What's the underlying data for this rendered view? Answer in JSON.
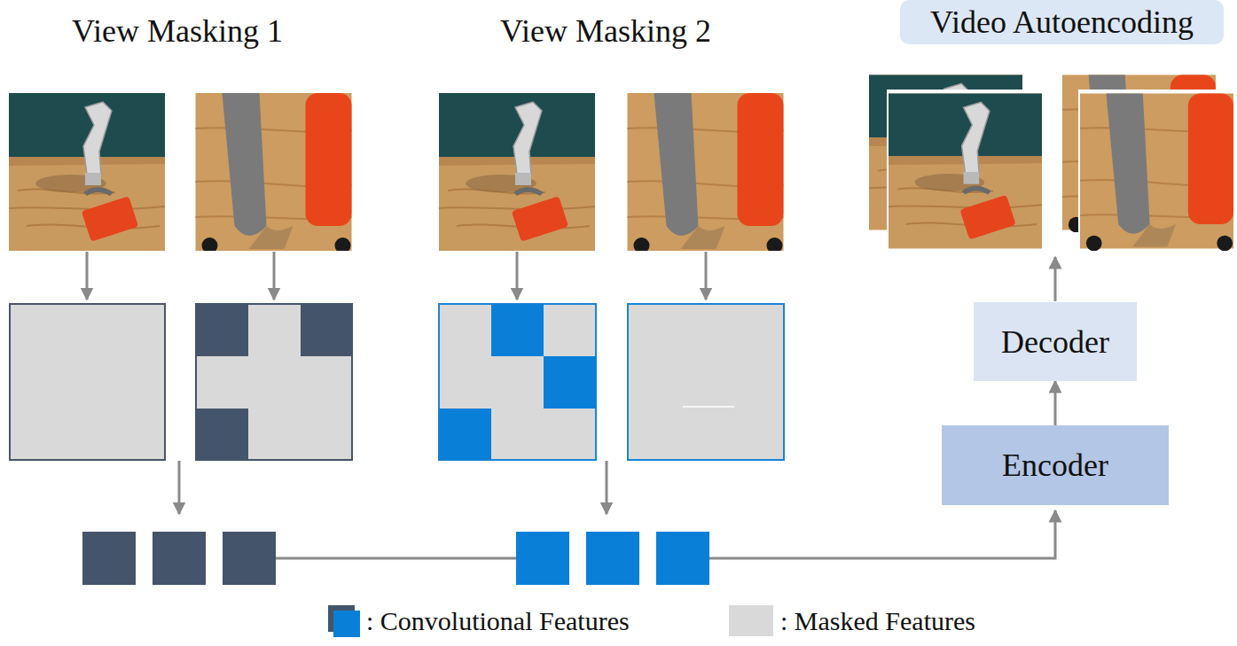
{
  "diagram": {
    "nodes": [
      {
        "text": [
          "Video Autoencoding"
        ]
      },
      {
        "text": [
          "Decoder"
        ]
      },
      {
        "text": [
          "Encoder"
        ]
      }
    ],
    "edges": [
      {
        "from": 2,
        "to": 1,
        "arrow": "to"
      }
    ],
    "labels": [
      "View Masking 1",
      "View Masking 2"
    ],
    "legend": [
      {
        "text": ": Convolutional Features",
        "color": "#0a7fd8"
      },
      {
        "text": ": Masked Features",
        "color": "#d9d9d9"
      }
    ]
  }
}
